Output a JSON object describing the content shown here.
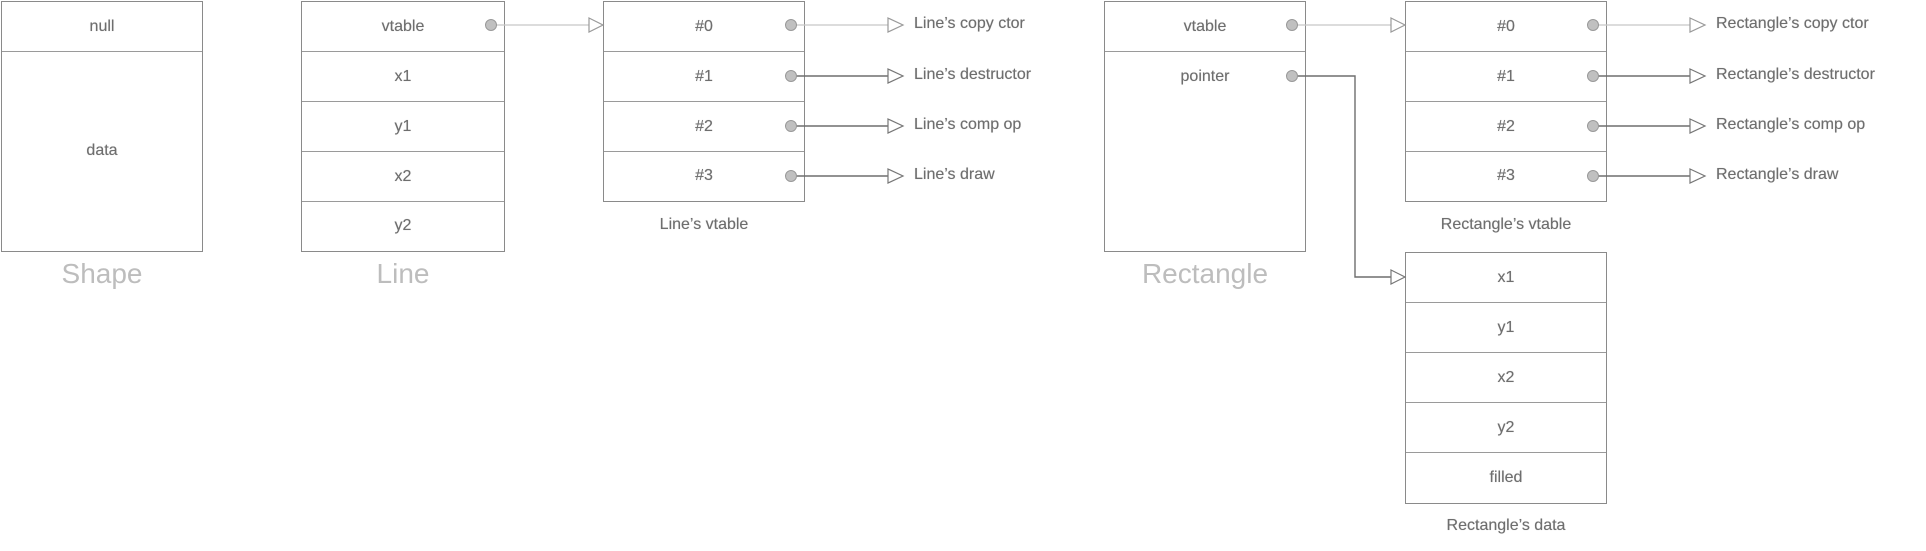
{
  "shape": {
    "title": "Shape",
    "fields": [
      "null",
      "data"
    ]
  },
  "line": {
    "title": "Line",
    "fields": [
      "vtable",
      "x1",
      "y1",
      "x2",
      "y2"
    ],
    "vtable_caption": "Line’s vtable",
    "vtable_slots": [
      "#0",
      "#1",
      "#2",
      "#3"
    ],
    "targets": [
      "Line’s copy ctor",
      "Line’s destructor",
      "Line’s comp op",
      "Line’s draw"
    ]
  },
  "rectangle": {
    "title": "Rectangle",
    "fields": [
      "vtable",
      "pointer"
    ],
    "vtable_caption": "Rectangle’s vtable",
    "vtable_slots": [
      "#0",
      "#1",
      "#2",
      "#3"
    ],
    "targets": [
      "Rectangle’s copy ctor",
      "Rectangle’s destructor",
      "Rectangle’s comp op",
      "Rectangle’s draw"
    ],
    "data_caption": "Rectangle’s data",
    "data_fields": [
      "x1",
      "y1",
      "x2",
      "y2",
      "filled"
    ]
  },
  "colors": {
    "border": "#8a8a8a",
    "text": "#6e6e6e",
    "title": "#bdbdbd",
    "light_arrow": "#c8c8c8",
    "dark_arrow": "#6e6e6e",
    "dot": "#c0c0c0"
  }
}
